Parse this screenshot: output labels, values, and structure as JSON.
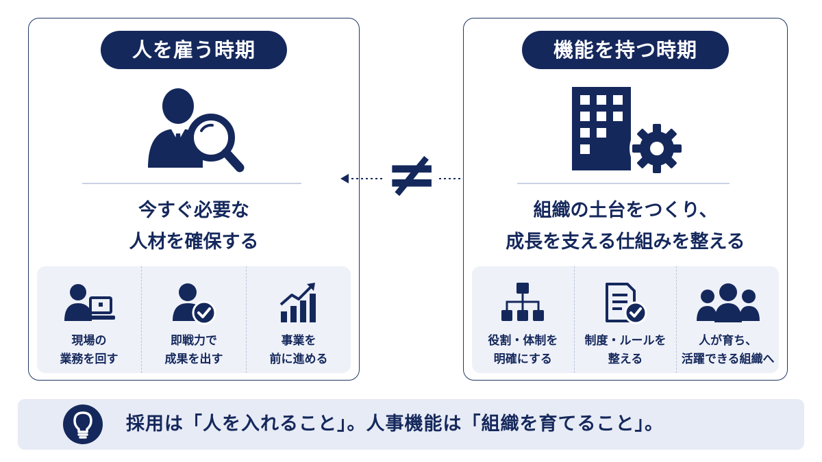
{
  "left_panel": {
    "title": "人を雇う時期",
    "hero_icon": "person-search-icon",
    "headline": [
      "今すぐ必要な",
      "人材を確保する"
    ],
    "items": [
      {
        "icon": "worker-laptop-icon",
        "lines": [
          "現場の",
          "業務を回す"
        ]
      },
      {
        "icon": "person-check-icon",
        "lines": [
          "即戦力で",
          "成果を出す"
        ]
      },
      {
        "icon": "growth-chart-icon",
        "lines": [
          "事業を",
          "前に進める"
        ]
      }
    ]
  },
  "right_panel": {
    "title": "機能を持つ時期",
    "hero_icon": "building-gear-icon",
    "headline": [
      "組織の土台をつくり、",
      "成長を支える仕組みを整える"
    ],
    "items": [
      {
        "icon": "org-chart-icon",
        "lines": [
          "役割・体制を",
          "明確にする"
        ]
      },
      {
        "icon": "document-check-icon",
        "lines": [
          "制度・ルールを",
          "整える"
        ]
      },
      {
        "icon": "team-icon",
        "lines": [
          "人が育ち、",
          "活躍できる組織へ"
        ]
      }
    ]
  },
  "comparison_symbol": "≠",
  "summary": {
    "icon": "lightbulb-icon",
    "text": "採用は「人を入れること」。人事機能は「組織を育てること」。"
  },
  "colors": {
    "primary": "#15285c",
    "panel_border": "#1f3566",
    "subbox_bg": "#eef1f8",
    "summary_bg": "#e7ebf5"
  }
}
